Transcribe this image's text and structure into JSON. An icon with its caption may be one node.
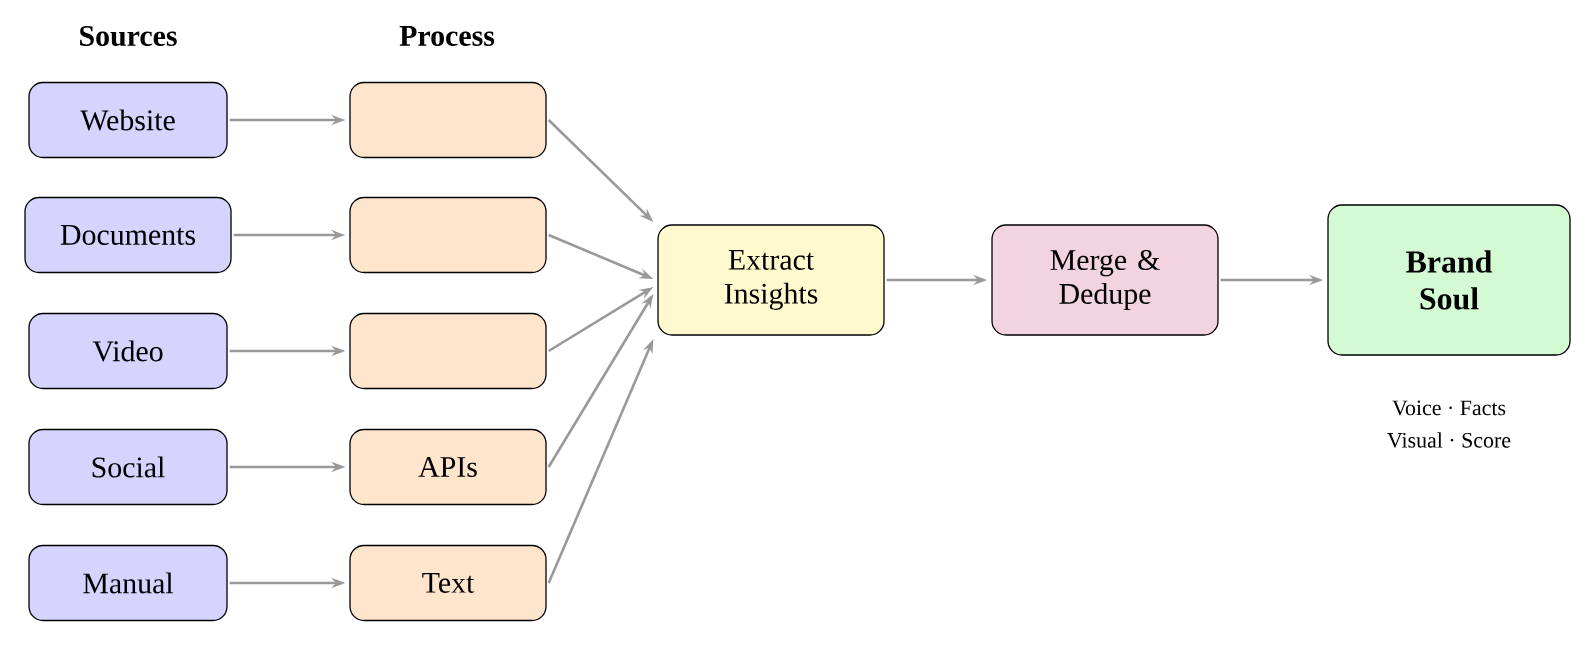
{
  "diagram": {
    "nodes": [
      {
        "text": [
          "Website"
        ]
      },
      {
        "text": [],
        "shape": "box"
      },
      {
        "text": [
          "Documents"
        ]
      },
      {
        "text": [],
        "shape": "box"
      },
      {
        "text": [
          "Video"
        ]
      },
      {
        "text": [],
        "shape": "box"
      },
      {
        "text": [
          "Social"
        ]
      },
      {
        "text": [
          "APIs"
        ]
      },
      {
        "text": [
          "Manual"
        ]
      },
      {
        "text": [
          "Text"
        ]
      },
      {
        "text": [
          "Extract Insights"
        ]
      },
      {
        "text": [
          "Merge & Dedupe"
        ]
      },
      {
        "text": [
          "**Brand Soul**"
        ],
        "beside": [
          "Voice · Facts",
          "Visual · Score"
        ]
      }
    ],
    "edges": [
      {
        "from": 0,
        "to": 1,
        "arrow": "to"
      },
      {
        "from": 2,
        "to": 3,
        "arrow": "to"
      },
      {
        "from": 4,
        "to": 5,
        "arrow": "to"
      },
      {
        "from": 6,
        "to": 7,
        "arrow": "to"
      },
      {
        "from": 8,
        "to": 9,
        "arrow": "to"
      },
      {
        "from": 1,
        "to": 10,
        "arrow": "to"
      },
      {
        "from": 3,
        "to": 10,
        "arrow": "to"
      },
      {
        "from": 5,
        "to": 10,
        "arrow": "to"
      },
      {
        "from": 7,
        "to": 10,
        "arrow": "to"
      },
      {
        "from": 9,
        "to": 10,
        "arrow": "to"
      },
      {
        "from": 10,
        "to": 11,
        "arrow": "to"
      },
      {
        "from": 11,
        "to": 12,
        "arrow": "to"
      }
    ],
    "labels": [
      "Sources",
      "Process"
    ]
  }
}
